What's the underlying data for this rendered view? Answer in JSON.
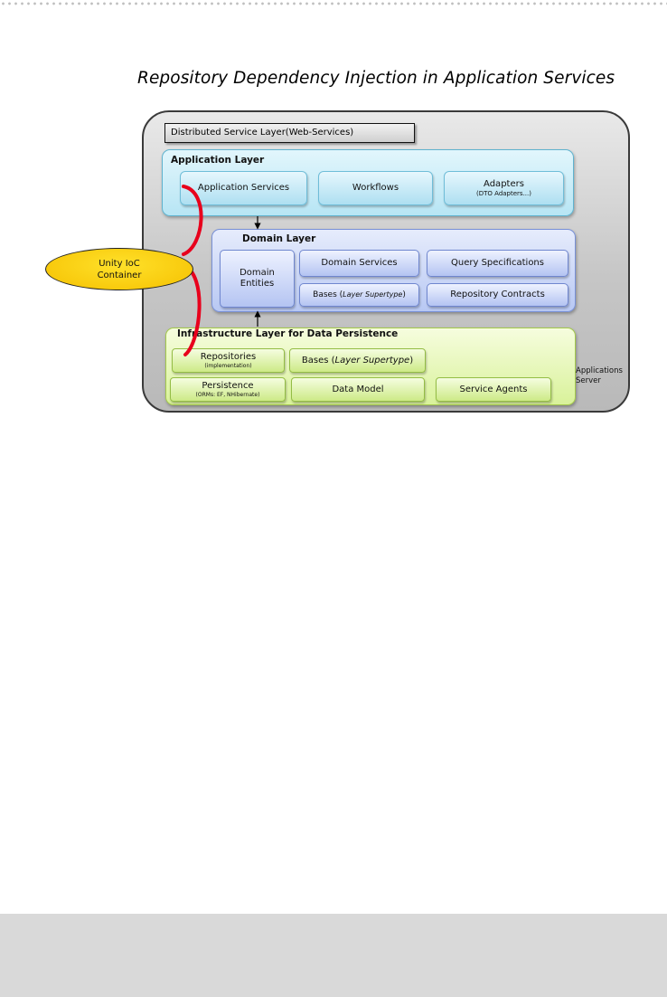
{
  "title": "Repository Dependency Injection in Application Services",
  "server_label": "Applications Server",
  "distributed_layer": "Distributed Service Layer(Web-Services)",
  "application_layer": {
    "title": "Application Layer",
    "app_services": "Application Services",
    "workflows": "Workflows",
    "adapters": "Adapters",
    "adapters_sub": "(DTO Adapters...)"
  },
  "domain_layer": {
    "title": "Domain Layer",
    "entities_line1": "Domain",
    "entities_line2": "Entities",
    "domain_services": "Domain Services",
    "query_specs": "Query Specifications",
    "bases_prefix": "Bases (",
    "bases_italic": "Layer Supertype",
    "bases_suffix": ")",
    "repo_contracts": "Repository Contracts"
  },
  "infrastructure_layer": {
    "title": "Infrastructure Layer for Data Persistence",
    "repositories": "Repositories",
    "repositories_sub": "(implementation)",
    "bases_prefix": "Bases (",
    "bases_italic": "Layer Supertype",
    "bases_suffix": ")",
    "persistence": "Persistence",
    "persistence_sub": "(ORMs: EF, NHibernate)",
    "data_model": "Data Model",
    "service_agents": "Service Agents"
  },
  "unity": {
    "line1": "Unity IoC",
    "line2": "Container"
  },
  "colors": {
    "injection_line": "#e8001c",
    "unity_fill": "#f7c600",
    "app_layer": "#b7e5f4",
    "domain_layer": "#b8c8f3",
    "infra_layer": "#d9f29a"
  }
}
